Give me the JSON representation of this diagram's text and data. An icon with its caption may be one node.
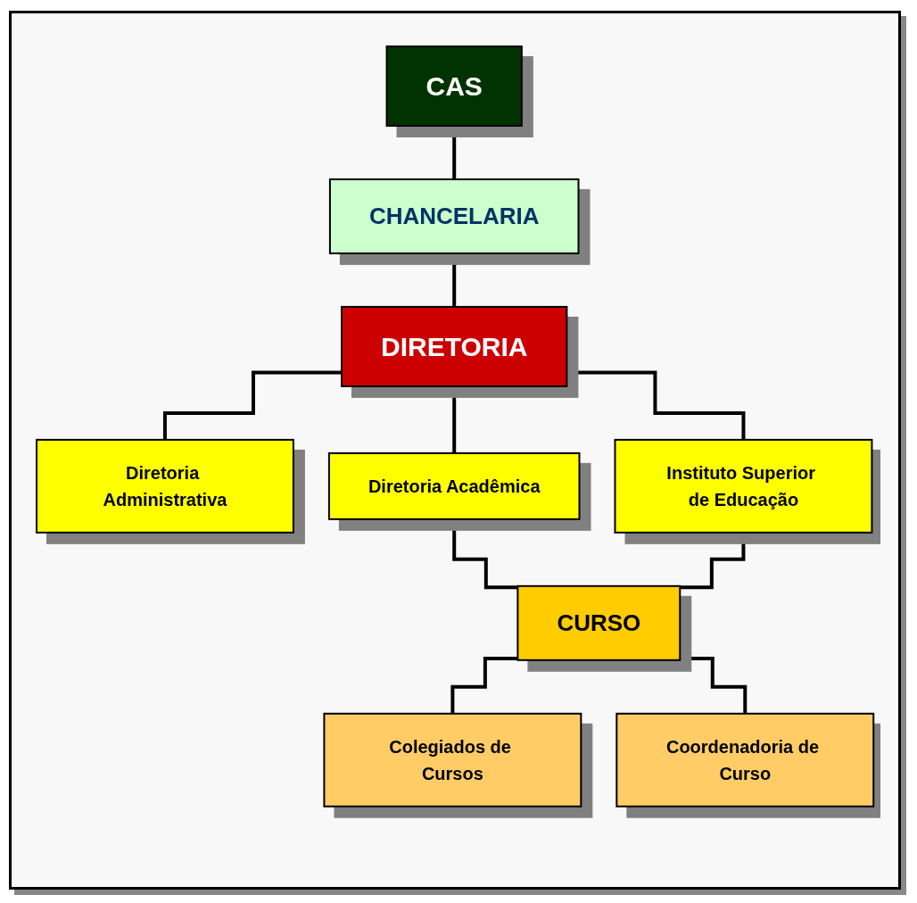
{
  "diagram": {
    "nodes": [
      {
        "text": [
          "CAS"
        ]
      },
      {
        "text": [
          "CHANCELARIA"
        ]
      },
      {
        "text": [
          "DIRETORIA"
        ]
      },
      {
        "text": [
          "Diretoria Administrativa"
        ]
      },
      {
        "text": [
          "Diretoria Acadêmica"
        ]
      },
      {
        "text": [
          "Instituto Superior de Educação"
        ]
      },
      {
        "text": [
          "Colegiados de Cursos"
        ]
      },
      {
        "text": [
          "CURSO"
        ]
      },
      {
        "text": [
          "Coordenadoria de Curso"
        ]
      }
    ],
    "edges": [
      {
        "from": 0,
        "to": 1,
        "arrow": "none"
      },
      {
        "from": 1,
        "to": 2,
        "arrow": "none"
      },
      {
        "from": 2,
        "to": 3,
        "arrow": "none"
      },
      {
        "from": 2,
        "to": 4,
        "arrow": "none"
      },
      {
        "from": 2,
        "to": 5,
        "arrow": "none"
      },
      {
        "from": 4,
        "to": 7,
        "arrow": "none"
      },
      {
        "from": 5,
        "to": 7,
        "arrow": "none"
      },
      {
        "from": 7,
        "to": 6,
        "arrow": "none"
      },
      {
        "from": 7,
        "to": 8,
        "arrow": "none"
      }
    ]
  }
}
